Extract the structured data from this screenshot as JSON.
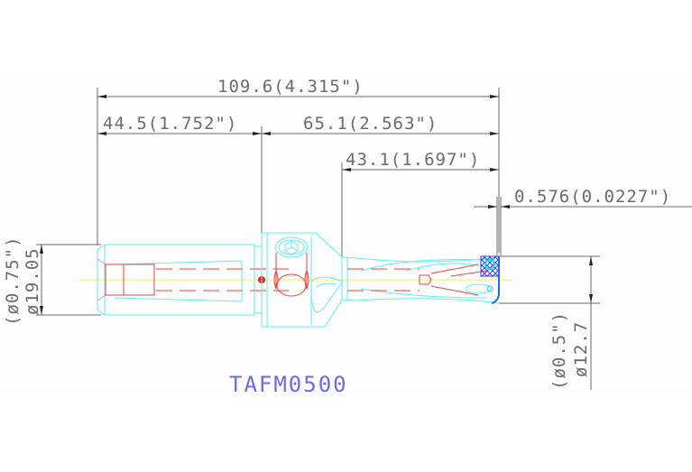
{
  "drawing": {
    "part_number": "TAFM0500",
    "colors": {
      "dimension": "#6b6b6b",
      "outline": "#5ff0f0",
      "hidden_lines": "#ee4444",
      "centerline": "#ffee44",
      "title": "#6b6bea",
      "insert_hatch": "#3a3aee"
    },
    "dimensions": {
      "overall_length": "109.6(4.315\")",
      "shank_length": "44.5(1.752\")",
      "body_length": "65.1(2.563\")",
      "flute_length": "43.1(1.697\")",
      "tip_offset": "0.576(0.0227\")",
      "shank_diameter_mm": "ø19.05",
      "shank_diameter_in": "(ø0.75\")",
      "drill_diameter_mm": "ø12.7",
      "drill_diameter_in": "(ø0.5\")"
    }
  }
}
